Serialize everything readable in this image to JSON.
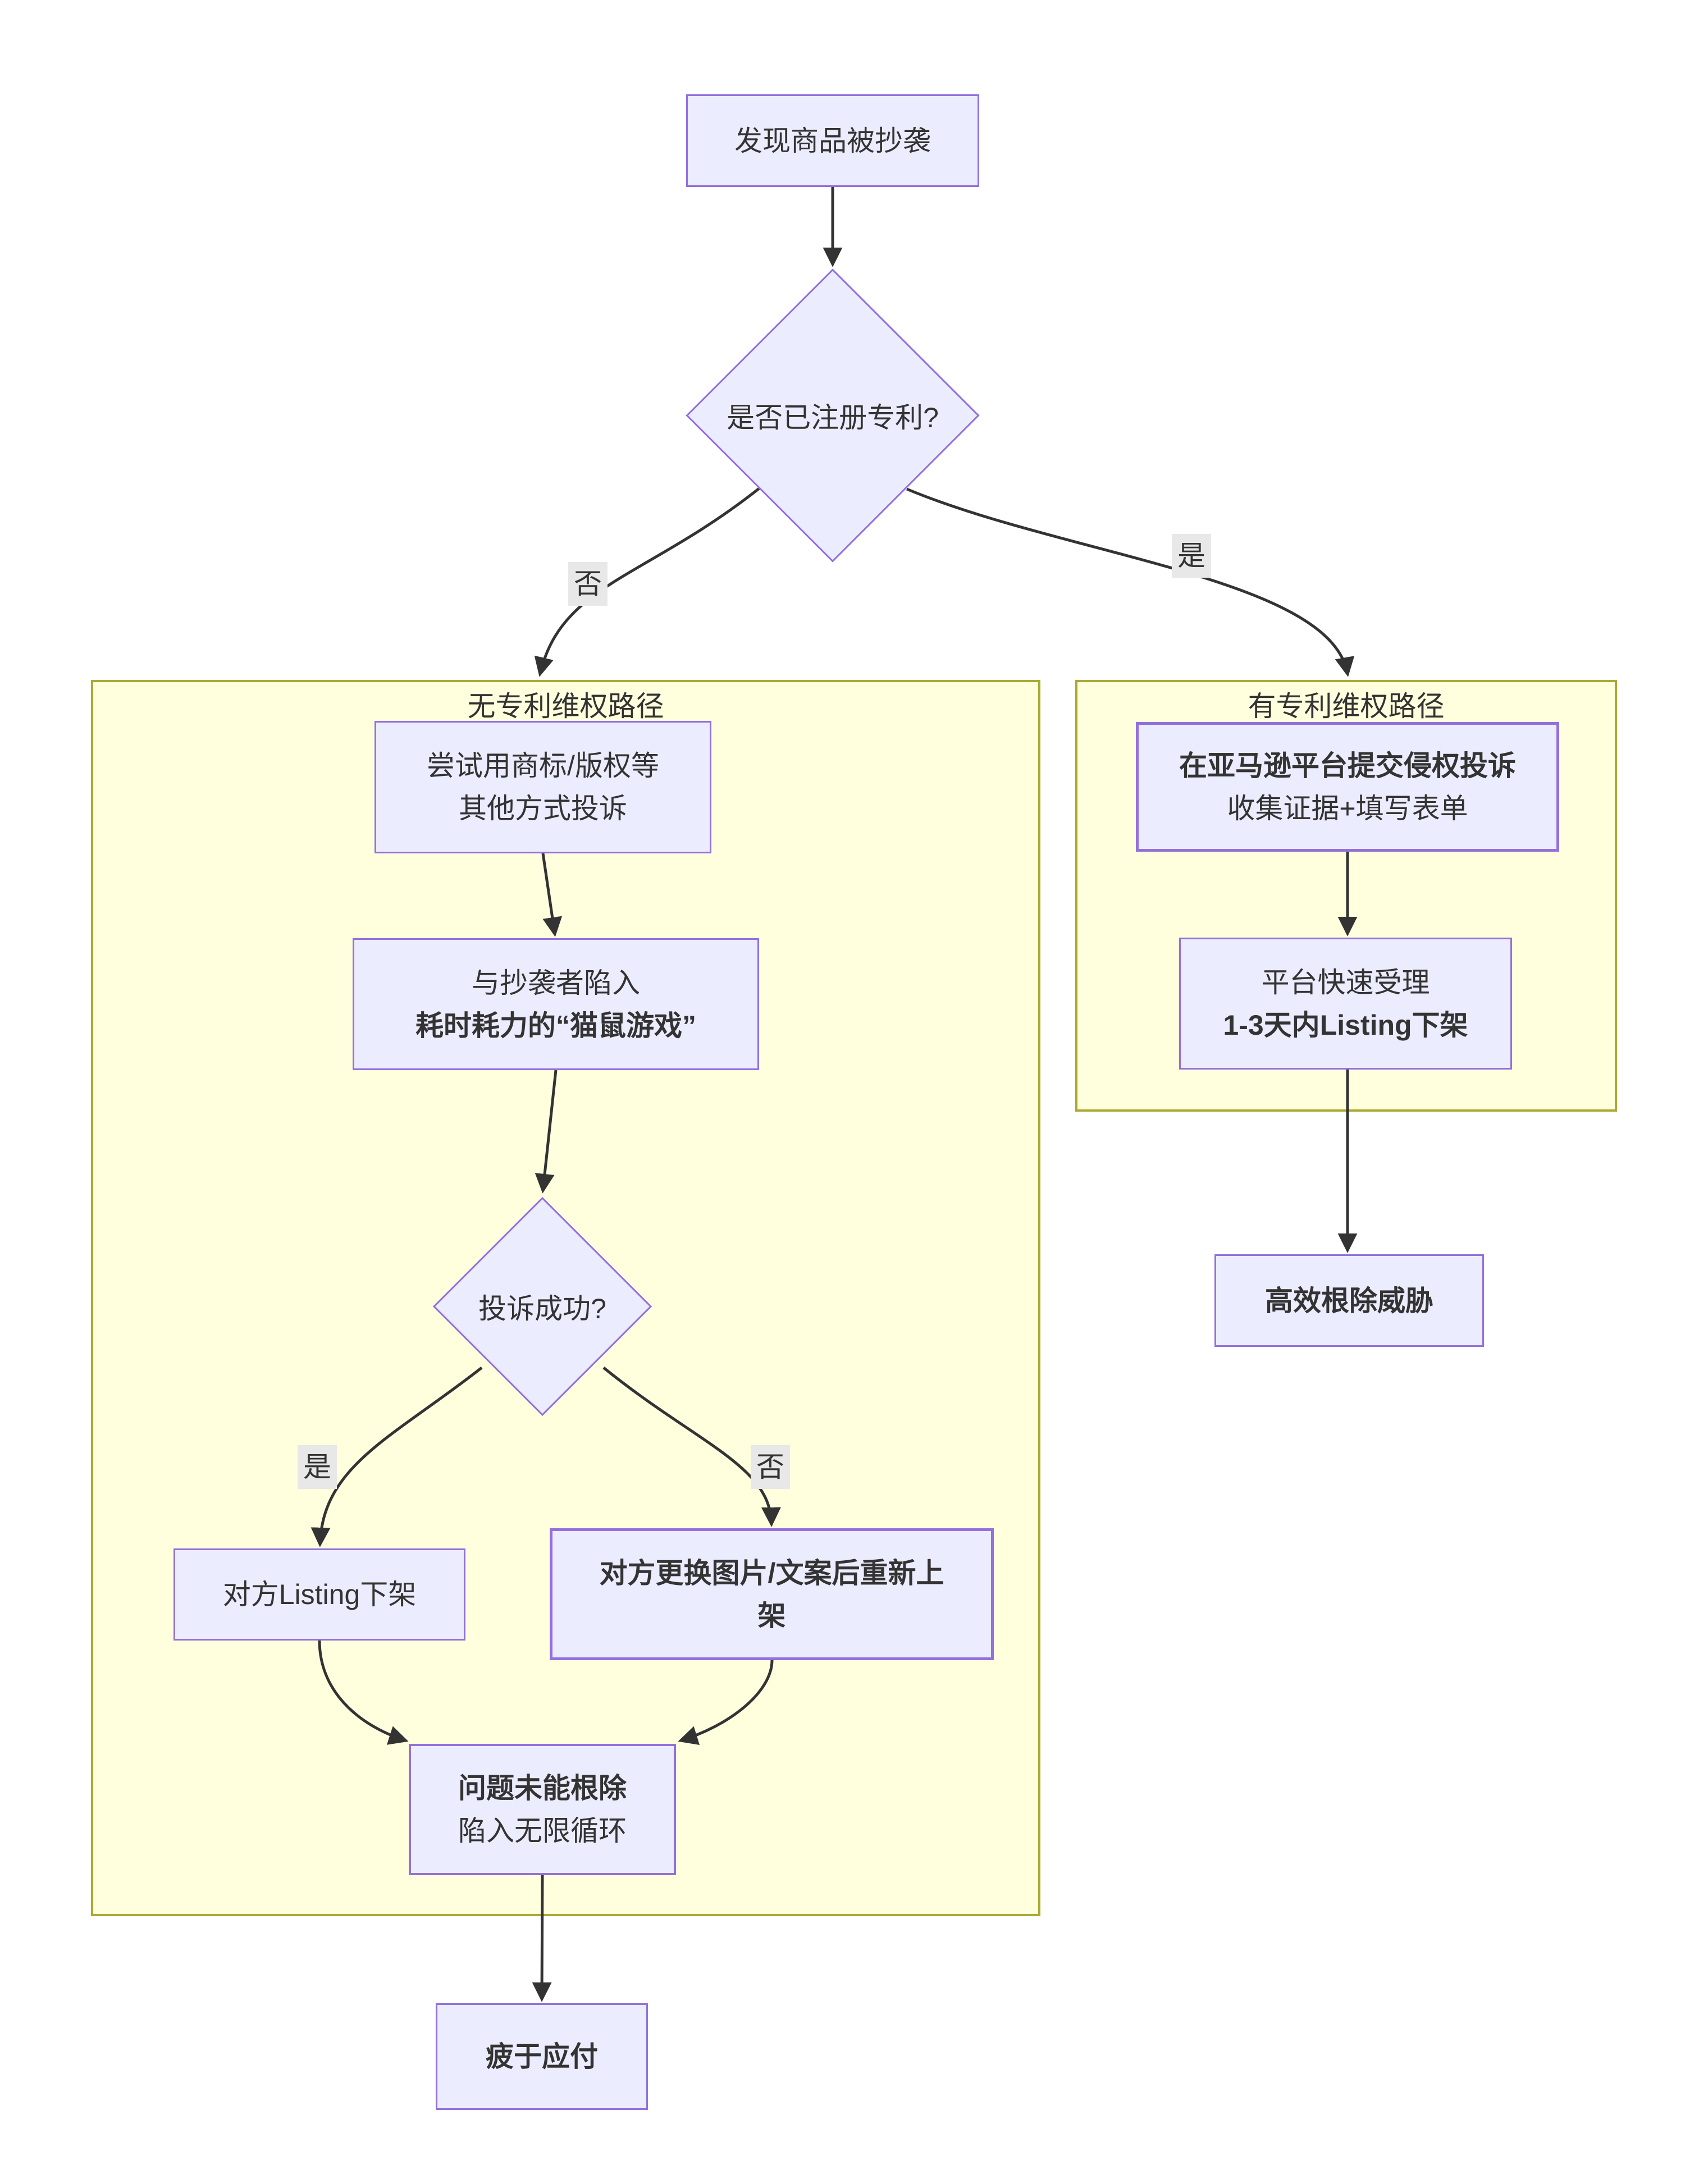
{
  "diagram": {
    "subgraphs": {
      "left_title": "无专利维权路径",
      "right_title": "有专利维权路径"
    },
    "nodes": {
      "start": {
        "line1": "发现商品被抄袭"
      },
      "decision_patent": {
        "line1": "是否已注册专利?"
      },
      "try_other": {
        "line1": "尝试用商标/版权等",
        "line2": "其他方式投诉"
      },
      "cat_mouse": {
        "line1": "与抄袭者陷入",
        "line2": "耗时耗力的“猫鼠游戏”"
      },
      "decision_complaint": {
        "line1": "投诉成功?"
      },
      "listing_removed": {
        "line1": "对方Listing下架"
      },
      "relist": {
        "line1": "对方更换图片/文案后重新上",
        "line2": "架"
      },
      "not_eradicated": {
        "line1": "问题未能根除",
        "line2": "陷入无限循环"
      },
      "exhausted": {
        "line1": "疲于应付"
      },
      "submit_complaint": {
        "line1": "在亚马逊平台提交侵权投诉",
        "line2": "收集证据+填写表单"
      },
      "fast_handling": {
        "line1": "平台快速受理",
        "line2": "1-3天内Listing下架"
      },
      "eradicate": {
        "line1": "高效根除威胁"
      }
    },
    "edge_labels": {
      "no1": "否",
      "yes1": "是",
      "yes2": "是",
      "no2": "否"
    },
    "colors": {
      "node_fill": "#ECECFF",
      "node_border": "#9370DB",
      "subgraph_fill": "#FFFFDE",
      "subgraph_border": "#AAAA33",
      "edge_line": "#333333",
      "text": "#333333",
      "edge_label_bg": "#E8E8E8"
    }
  }
}
